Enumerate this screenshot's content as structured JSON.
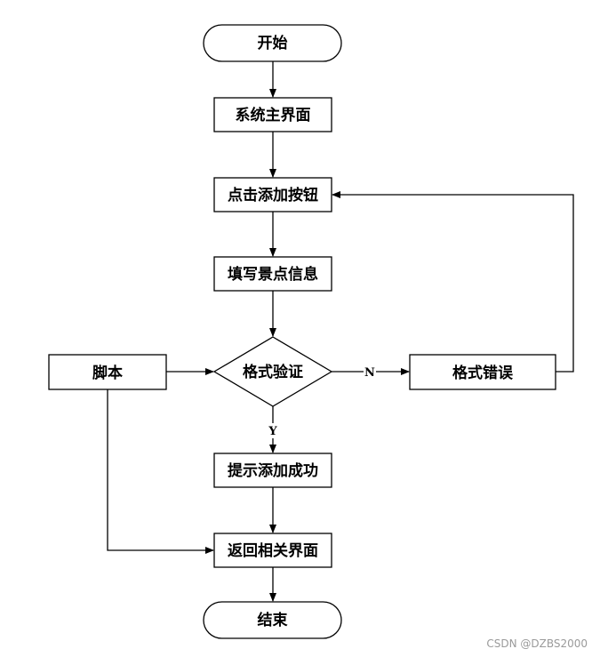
{
  "diagram": {
    "nodes": {
      "start": "开始",
      "main": "系统主界面",
      "click_add": "点击添加按钮",
      "fill_info": "填写景点信息",
      "validate": "格式验证",
      "format_error": "格式错误",
      "script": "脚本",
      "success": "提示添加成功",
      "return": "返回相关界面",
      "end": "结束"
    },
    "edge_labels": {
      "yes": "Y",
      "no": "N"
    }
  },
  "watermark": "CSDN @DZBS2000",
  "colors": {
    "stroke": "#000000",
    "fill": "#ffffff"
  }
}
